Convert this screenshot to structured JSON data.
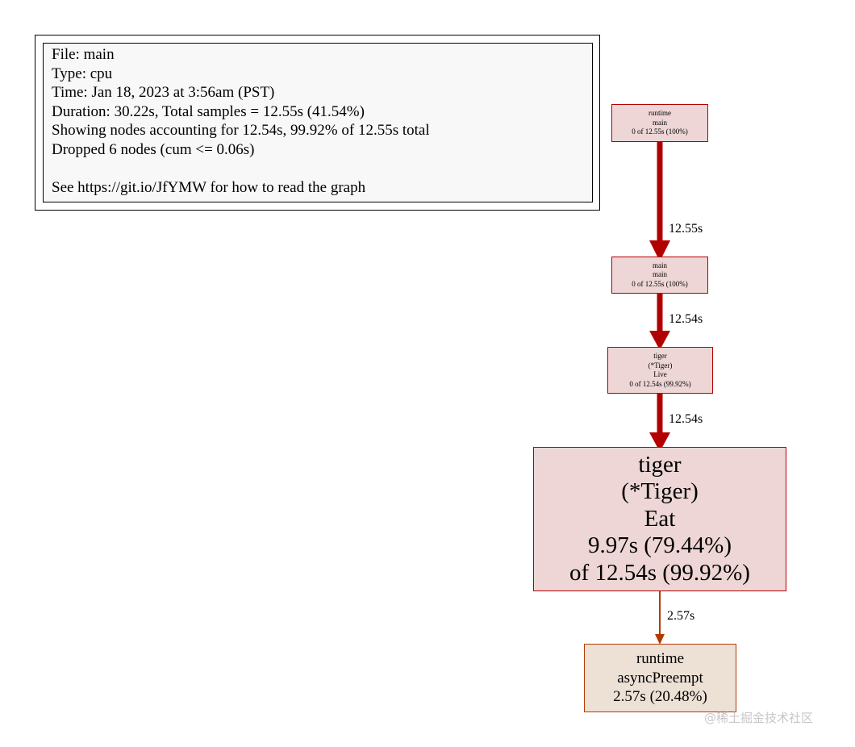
{
  "legend": {
    "lines": [
      "File: main",
      "Type: cpu",
      "Time: Jan 18, 2023 at 3:56am (PST)",
      "Duration: 30.22s, Total samples = 12.55s (41.54%)",
      "Showing nodes accounting for 12.54s, 99.92% of 12.55s total",
      "Dropped 6 nodes (cum <= 0.06s)",
      "",
      "See https://git.io/JfYMW for how to read the graph"
    ]
  },
  "nodes": [
    {
      "id": "runtime-main",
      "lines": [
        "runtime",
        "main",
        "0 of 12.55s (100%)"
      ]
    },
    {
      "id": "main-main",
      "lines": [
        "main",
        "main",
        "0 of 12.55s (100%)"
      ]
    },
    {
      "id": "tiger-live",
      "lines": [
        "tiger",
        "(*Tiger)",
        "Live",
        "0 of 12.54s (99.92%)"
      ]
    },
    {
      "id": "tiger-eat",
      "lines": [
        "tiger",
        "(*Tiger)",
        "Eat",
        "9.97s (79.44%)",
        "of 12.54s (99.92%)"
      ]
    },
    {
      "id": "runtime-asyncpreempt",
      "lines": [
        "runtime",
        "asyncPreempt",
        "2.57s (20.48%)"
      ]
    }
  ],
  "edges": [
    {
      "from": "runtime-main",
      "to": "main-main",
      "label": "12.55s"
    },
    {
      "from": "main-main",
      "to": "tiger-live",
      "label": "12.54s"
    },
    {
      "from": "tiger-live",
      "to": "tiger-eat",
      "label": "12.54s"
    },
    {
      "from": "tiger-eat",
      "to": "runtime-asyncpreempt",
      "label": "2.57s"
    }
  ],
  "colors": {
    "hot_edge": "#b20000",
    "warm_edge": "#b23c00",
    "hot_node_fill": "#edd6d5",
    "warm_node_fill": "#ede0d5"
  },
  "watermark": "@稀土掘金技术社区"
}
